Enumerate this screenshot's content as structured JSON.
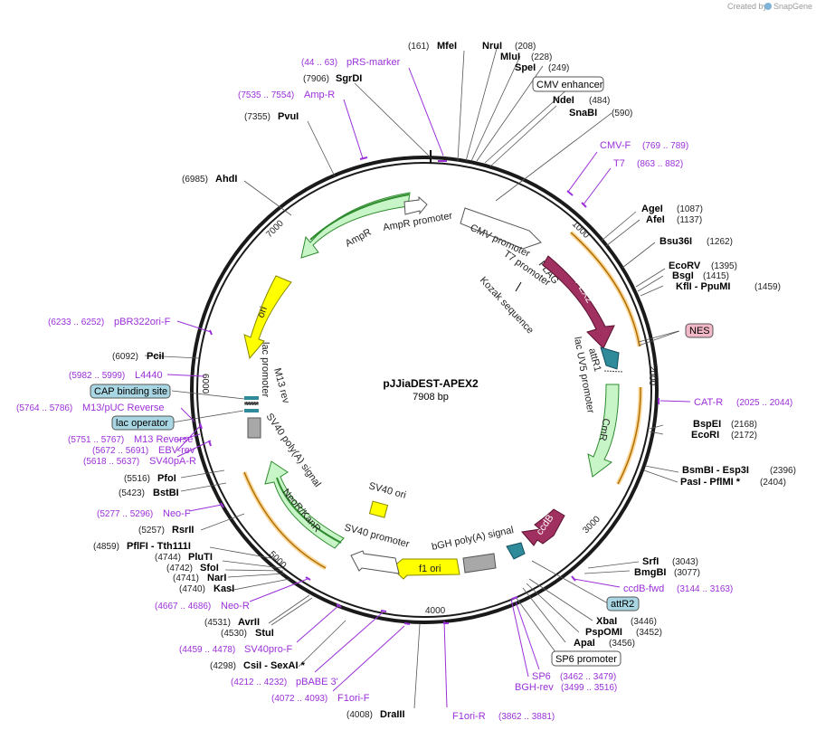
{
  "credit": {
    "prefix": "Created by",
    "brand": "SnapGene"
  },
  "plasmid": {
    "name": "pJJiaDEST-APEX2",
    "length": "7908 bp"
  },
  "ticks": [
    "1000",
    "2000",
    "3000",
    "4000",
    "5000",
    "6000",
    "7000"
  ],
  "enzymes": [
    {
      "name": "MfeI",
      "pos": "(161)"
    },
    {
      "name": "NruI",
      "pos": "(208)"
    },
    {
      "name": "MluI",
      "pos": "(228)"
    },
    {
      "name": "SpeI",
      "pos": "(249)"
    },
    {
      "name": "NdeI",
      "pos": "(484)"
    },
    {
      "name": "SnaBI",
      "pos": "(590)"
    },
    {
      "name": "AgeI",
      "pos": "(1087)"
    },
    {
      "name": "AfeI",
      "pos": "(1137)"
    },
    {
      "name": "Bsu36I",
      "pos": "(1262)"
    },
    {
      "name": "EcoRV",
      "pos": "(1395)"
    },
    {
      "name": "BsgI",
      "pos": "(1415)"
    },
    {
      "name": "KflI  - PpuMI",
      "pos": "(1459)"
    },
    {
      "name": "BspEI",
      "pos": "(2168)"
    },
    {
      "name": "EcoRI",
      "pos": "(2172)"
    },
    {
      "name": "BsmBI  - Esp3I",
      "pos": "(2396)"
    },
    {
      "name": "PasI  - PflMI *",
      "pos": "(2404)"
    },
    {
      "name": "SrfI",
      "pos": "(3043)"
    },
    {
      "name": "BmgBI",
      "pos": "(3077)"
    },
    {
      "name": "XbaI",
      "pos": "(3446)"
    },
    {
      "name": "PspOMI",
      "pos": "(3452)"
    },
    {
      "name": "ApaI",
      "pos": "(3456)"
    },
    {
      "name": "DraIII",
      "pos": "(4008)"
    },
    {
      "name": "CsiI  - SexAI *",
      "pos": "(4298)"
    },
    {
      "name": "StuI",
      "pos": "(4530)"
    },
    {
      "name": "AvrII",
      "pos": "(4531)"
    },
    {
      "name": "KasI",
      "pos": "(4740)"
    },
    {
      "name": "NarI",
      "pos": "(4741)"
    },
    {
      "name": "SfoI",
      "pos": "(4742)"
    },
    {
      "name": "PluTI",
      "pos": "(4744)"
    },
    {
      "name": "PflFI  - Tth111I",
      "pos": "(4859)"
    },
    {
      "name": "RsrII",
      "pos": "(5257)"
    },
    {
      "name": "BstBI",
      "pos": "(5423)"
    },
    {
      "name": "PfoI",
      "pos": "(5516)"
    },
    {
      "name": "PciI",
      "pos": "(6092)"
    },
    {
      "name": "AhdI",
      "pos": "(6985)"
    },
    {
      "name": "PvuI",
      "pos": "(7355)"
    },
    {
      "name": "SgrDI",
      "pos": "(7906)"
    }
  ],
  "primers": [
    {
      "name": "pRS-marker",
      "pos": "(44 .. 63)"
    },
    {
      "name": "Amp-R",
      "pos": "(7535 .. 7554)"
    },
    {
      "name": "CMV-F",
      "pos": "(769 .. 789)"
    },
    {
      "name": "T7",
      "pos": "(863 .. 882)"
    },
    {
      "name": "CAT-R",
      "pos": "(2025 .. 2044)"
    },
    {
      "name": "ccdB-fwd",
      "pos": "(3144 .. 3163)"
    },
    {
      "name": "SP6",
      "pos": "(3462 .. 3479)"
    },
    {
      "name": "BGH-rev",
      "pos": "(3499 .. 3516)"
    },
    {
      "name": "F1ori-R",
      "pos": "(3862 .. 3881)"
    },
    {
      "name": "F1ori-F",
      "pos": "(4072 .. 4093)"
    },
    {
      "name": "pBABE 3'",
      "pos": "(4212 .. 4232)"
    },
    {
      "name": "SV40pro-F",
      "pos": "(4459 .. 4478)"
    },
    {
      "name": "Neo-R",
      "pos": "(4667 .. 4686)"
    },
    {
      "name": "Neo-F",
      "pos": "(5277 .. 5296)"
    },
    {
      "name": "SV40pA-R",
      "pos": "(5618 .. 5637)"
    },
    {
      "name": "EBV-rev",
      "pos": "(5672 .. 5691)"
    },
    {
      "name": "M13 Reverse",
      "pos": "(5751 .. 5767)"
    },
    {
      "name": "M13/pUC Reverse",
      "pos": "(5764 .. 5786)"
    },
    {
      "name": "L4440",
      "pos": "(5982 .. 5999)"
    },
    {
      "name": "pBR322ori-F",
      "pos": "(6233 .. 6252)"
    }
  ],
  "boxed_labels": [
    {
      "name": "CMV enhancer",
      "style": "white"
    },
    {
      "name": "NES",
      "style": "pink"
    },
    {
      "name": "attR2",
      "style": "blue"
    },
    {
      "name": "SP6 promoter",
      "style": "white"
    },
    {
      "name": "CAP binding site",
      "style": "blue"
    },
    {
      "name": "lac operator",
      "style": "blue"
    }
  ],
  "features": {
    "cmv_promoter": "CMV promoter",
    "t7_promoter": "T7 promoter",
    "flag": "FLAG",
    "kozak": "Kozak sequence",
    "apex2": "APEX2",
    "attr1": "attR1",
    "lacuv5": "lac UV5 promoter",
    "cmr": "CmR",
    "ccdb": "ccdB",
    "bgh": "bGH poly(A) signal",
    "f1ori": "f1 ori",
    "sv40_promoter": "SV40 promoter",
    "sv40_ori": "SV40 ori",
    "neokan": "NeoR/KanR",
    "sv40pa": "SV40 poly(A) signal",
    "m13rev": "M13 rev",
    "lac_promoter": "lac promoter",
    "ori": "ori",
    "ampr": "AmpR",
    "ampr_promoter": "AmpR promoter"
  },
  "colors": {
    "backbone": "#1a1a1a",
    "promoter_fill": "#ffffff",
    "cds_green": "#c8f5c8",
    "apex2": "#a0305f",
    "ori_yellow": "#ffff00",
    "attr_teal": "#2f8a9a",
    "primer_purple": "#9b30d9",
    "orange_band": "#f5a623",
    "gray_feature": "#a8a8a8"
  }
}
